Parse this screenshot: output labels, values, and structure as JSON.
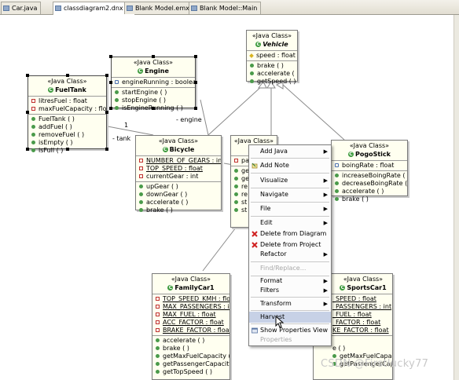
{
  "tabs": [
    {
      "label": "Car.java"
    },
    {
      "label": "classdiagram2.dnx",
      "close": "✕"
    },
    {
      "label": "Blank Model.emx"
    },
    {
      "label": "Blank Model::Main"
    }
  ],
  "labels": {
    "engine": "- engine",
    "tank": "- tank",
    "mult": "1"
  },
  "classes": {
    "vehicle": {
      "stereo": "«Java Class»",
      "name": "Vehicle",
      "attrs": [
        "speed : float"
      ],
      "ops": [
        "brake ( )",
        "accelerate ( )",
        "getSpeed ( )"
      ]
    },
    "engine": {
      "stereo": "«Java Class»",
      "name": "Engine",
      "attrs": [
        "engineRunning : boolean"
      ],
      "ops": [
        "startEngine ( )",
        "stopEngine ( )",
        "isEngineRunning ( )"
      ]
    },
    "fueltank": {
      "stereo": "«Java Class»",
      "name": "FuelTank",
      "attrs": [
        "litresFuel : float",
        "maxFuelCapacity : float"
      ],
      "ops": [
        "FuelTank ( )",
        "addFuel ( )",
        "removeFuel ( )",
        "isEmpty ( )",
        "isFull ( )"
      ]
    },
    "bicycle": {
      "stereo": "«Java Class»",
      "name": "Bicycle",
      "attrs": [
        "NUMBER_OF_GEARS : int",
        "TOP_SPEED : float",
        "currentGear : int"
      ],
      "ops": [
        "upGear ( )",
        "downGear ( )",
        "accelerate ( )",
        "brake ( )"
      ]
    },
    "car": {
      "stereo": "«Java Class»",
      "partial": [
        "pa",
        "ge",
        "ge",
        "re",
        "re",
        "st",
        "st"
      ]
    },
    "pogostick": {
      "stereo": "«Java Class»",
      "name": "PogoStick",
      "attrs": [
        "boingRate : float"
      ],
      "ops": [
        "increaseBoingRate ( )",
        "decreaseBoingRate ( )",
        "accelerate ( )",
        "brake ( )"
      ]
    },
    "familycar": {
      "stereo": "«Java Class»",
      "name": "FamilyCar1",
      "attrs": [
        "TOP_SPEED_KMH : float",
        "MAX_PASSENGERS : int",
        "MAX_FUEL : float",
        "ACC_FACTOR : float",
        "BRAKE_FACTOR : float"
      ],
      "ops": [
        "accelerate ( )",
        "brake ( )",
        "getMaxFuelCapacity ( )",
        "getPassengerCapacity ( )",
        "getTopSpeed ( )"
      ]
    },
    "sportscar": {
      "stereo": "«Java Class»",
      "name": "SportsCar1",
      "attrs": [
        "_SPEED : float",
        "_PASSENGERS : int",
        "_FUEL : float",
        "_FACTOR : float",
        "KE_FACTOR : float"
      ],
      "ops": [
        "",
        "e ( )",
        "getMaxFuelCapacity ( )",
        "getPassengerCapacity ( )"
      ]
    }
  },
  "context_menu": {
    "items": [
      {
        "label": "Add Java",
        "sub": true
      },
      {
        "label": "Add Note",
        "icon": "add-note-icon"
      },
      {
        "label": "Visualize",
        "sub": true
      },
      {
        "label": "Navigate",
        "sub": true
      },
      {
        "label": "File",
        "sub": true
      },
      {
        "label": "Edit",
        "sub": true
      },
      {
        "label": "Delete from Diagram",
        "icon": "delete-icon"
      },
      {
        "label": "Delete from Project",
        "icon": "delete-icon"
      },
      {
        "label": "Refactor",
        "sub": true
      },
      {
        "label": "Find/Replace...",
        "disabled": true
      },
      {
        "label": "Format",
        "sub": true
      },
      {
        "label": "Filters",
        "sub": true
      },
      {
        "label": "Transform",
        "sub": true
      },
      {
        "label": "Harvest",
        "highlighted": true
      },
      {
        "label": "Show Properties View",
        "icon": "properties-view-icon"
      },
      {
        "label": "Properties",
        "disabled": true
      }
    ]
  },
  "watermark": "CSDN @Firstlucky77",
  "colors": {
    "class_fill": "#fffff0",
    "menu_highlight": "#c7d1e6",
    "public_icon": "#4a9a4a",
    "private_icon": "#c03030"
  }
}
